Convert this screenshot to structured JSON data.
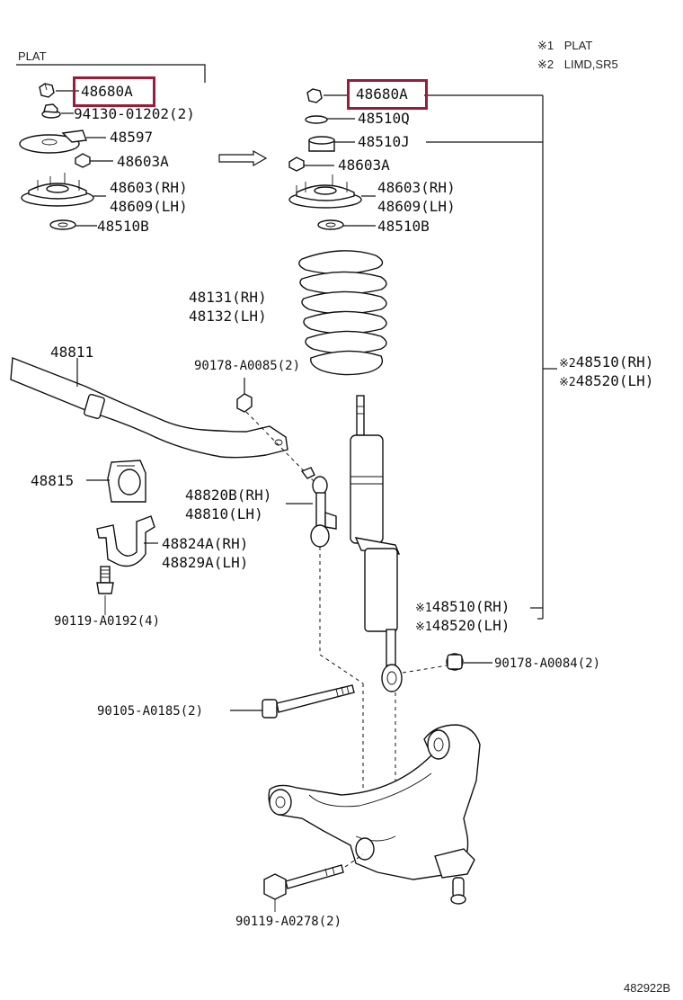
{
  "legend": {
    "note1_mark": "※1",
    "note1_text": "PLAT",
    "note2_mark": "※2",
    "note2_text": "LIMD,SR5"
  },
  "group_label": "PLAT",
  "left_kit": {
    "nut": "48680A",
    "nut2": "94130-01202(2)",
    "cover": "48597",
    "bolt": "48603A",
    "support_rh": "48603(RH)",
    "support_lh": "48609(LH)",
    "washer": "48510B"
  },
  "right_kit": {
    "nut": "48680A",
    "washer_q": "48510Q",
    "cushion_j": "48510J",
    "bolt": "48603A",
    "support_rh": "48603(RH)",
    "support_lh": "48609(LH)",
    "washer": "48510B"
  },
  "spring": {
    "rh": "48131(RH)",
    "lh": "48132(LH)"
  },
  "strut_note2": {
    "mark": "※2",
    "rh": "48510(RH)",
    "lh": "48520(LH)"
  },
  "strut_note1": {
    "mark": "※1",
    "rh": "48510(RH)",
    "lh": "48520(LH)"
  },
  "stabilizer": {
    "bar": "48811",
    "bushing": "48815",
    "nut": "90178-A0085(2)",
    "link_rh": "48820B(RH)",
    "link_lh": "48810(LH)",
    "bracket_rh": "48824A(RH)",
    "bracket_lh": "48829A(LH)",
    "bolt": "90119-A0192(4)"
  },
  "lower": {
    "nut": "90178-A0084(2)",
    "bolt_long": "90105-A0185(2)",
    "bolt_short": "90119-A0278(2)"
  },
  "figure_id": "482922B",
  "highlight_color": "#9b1b3a"
}
